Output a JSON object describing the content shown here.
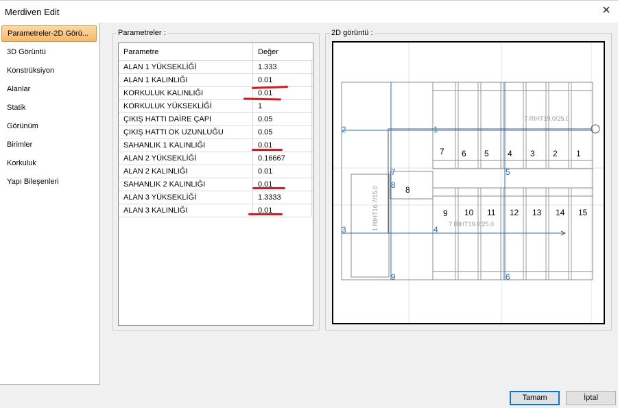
{
  "window": {
    "title": "Merdiven Edit"
  },
  "sidebar": {
    "items": [
      {
        "label": "Parametreler-2D Görü..."
      },
      {
        "label": "3D Görüntü"
      },
      {
        "label": "Konstrüksiyon"
      },
      {
        "label": "Alanlar"
      },
      {
        "label": "Statik"
      },
      {
        "label": "Görünüm"
      },
      {
        "label": "Birimler"
      },
      {
        "label": "Korkuluk"
      },
      {
        "label": "Yapı Bileşenleri"
      }
    ]
  },
  "params": {
    "group_label": "Parametreler :",
    "headers": {
      "name": "Parametre",
      "value": "Değer"
    },
    "rows": [
      {
        "name": "ALAN 1 YÜKSEKLİĞİ",
        "value": "1.333"
      },
      {
        "name": "ALAN 1 KALINLIĞI",
        "value": "0.01"
      },
      {
        "name": "KORKULUK KALINLIĞI",
        "value": "0.01"
      },
      {
        "name": "KORKULUK YÜKSEKLİĞİ",
        "value": "1"
      },
      {
        "name": "ÇIKIŞ HATTI DAİRE ÇAPI",
        "value": "0.05"
      },
      {
        "name": "ÇIKIŞ HATTI OK UZUNLUĞU",
        "value": "0.05"
      },
      {
        "name": "SAHANLIK 1 KALINLIĞI",
        "value": "0.01"
      },
      {
        "name": "ALAN 2 YÜKSEKLİĞİ",
        "value": "0.16667"
      },
      {
        "name": "ALAN 2 KALINLIĞI",
        "value": "0.01"
      },
      {
        "name": "SAHANLIK 2 KALINLIĞI",
        "value": "0.01"
      },
      {
        "name": "ALAN 3 YÜKSEKLİĞİ",
        "value": "1.3333"
      },
      {
        "name": "ALAN 3 KALINLIĞI",
        "value": "0.01"
      }
    ]
  },
  "preview": {
    "group_label": "2D görüntü :",
    "label_top": "7 RIHT19.0/25.0",
    "label_bottom": "7 RIHT19.0/25.0",
    "label_side": "1 RIHT16.7/15.0",
    "axis_labels": [
      "1",
      "2",
      "3",
      "4",
      "5",
      "6",
      "7",
      "8",
      "9"
    ],
    "steps_top": [
      "7",
      "6",
      "5",
      "4",
      "3",
      "2",
      "1"
    ],
    "landing": "8",
    "steps_bottom": [
      "9",
      "10",
      "11",
      "12",
      "13",
      "14",
      "15"
    ]
  },
  "buttons": {
    "ok": "Tamam",
    "cancel": "İptal"
  },
  "colors": {
    "accent_blue": "#1f6fd1",
    "highlight": "#e0141a",
    "active_tab": "#f6b96b"
  }
}
